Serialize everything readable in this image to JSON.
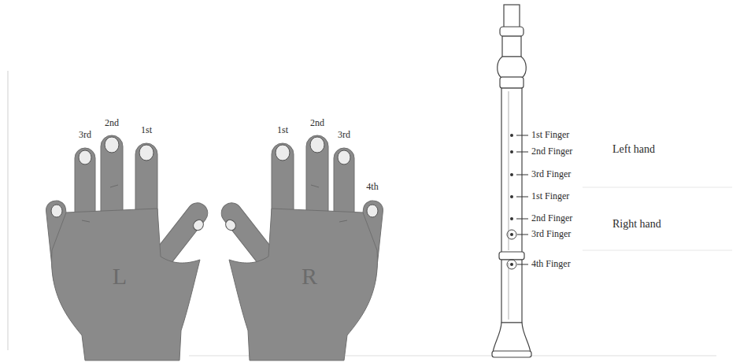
{
  "diagram": {
    "labels": [
      "3rd",
      "2nd",
      "1st",
      "L",
      "1st",
      "2nd",
      "3rd",
      "4th",
      "R",
      "1st Finger",
      "2nd Finger",
      "3rd Finger",
      "1st Finger",
      "2nd Finger",
      "3rd Finger",
      "4th Finger",
      "Left hand",
      "Right hand"
    ]
  }
}
